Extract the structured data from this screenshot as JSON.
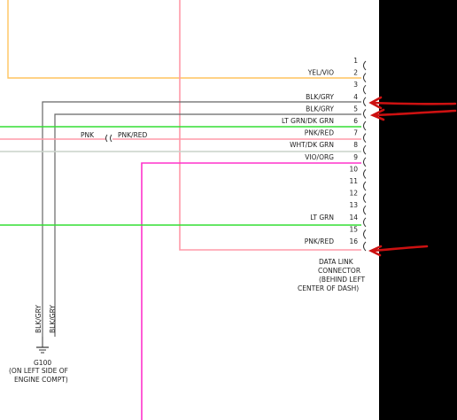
{
  "colors": {
    "yellow": "#ffc45e",
    "pink": "#ff9aa8",
    "gray": "#666666",
    "green": "#33dd33",
    "lightgray": "#c9d2c9",
    "magenta": "#ff33cc",
    "red_arrow": "#cc1111"
  },
  "connector": {
    "title_lines": [
      "DATA LINK",
      "CONNECTOR",
      "(BEHIND LEFT",
      "CENTER OF DASH)"
    ],
    "pins": [
      {
        "num": "1",
        "wire": ""
      },
      {
        "num": "2",
        "wire": "YEL/VIO"
      },
      {
        "num": "3",
        "wire": ""
      },
      {
        "num": "4",
        "wire": "BLK/GRY"
      },
      {
        "num": "5",
        "wire": "BLK/GRY"
      },
      {
        "num": "6",
        "wire": "LT GRN/DK GRN"
      },
      {
        "num": "7",
        "wire": "PNK/RED"
      },
      {
        "num": "8",
        "wire": "WHT/DK GRN"
      },
      {
        "num": "9",
        "wire": "VIO/ORG"
      },
      {
        "num": "10",
        "wire": ""
      },
      {
        "num": "11",
        "wire": ""
      },
      {
        "num": "12",
        "wire": ""
      },
      {
        "num": "13",
        "wire": ""
      },
      {
        "num": "14",
        "wire": "LT GRN"
      },
      {
        "num": "15",
        "wire": ""
      },
      {
        "num": "16",
        "wire": "PNK/RED"
      }
    ]
  },
  "splice": {
    "left_label": "PNK",
    "right_label": "PNK/RED"
  },
  "vertical_wires": {
    "left_label": "BLK/GRY",
    "right_label": "BLK/GRY"
  },
  "ground": {
    "name": "G100",
    "location_lines": [
      "(ON LEFT SIDE OF",
      "ENGINE COMPT)"
    ]
  }
}
